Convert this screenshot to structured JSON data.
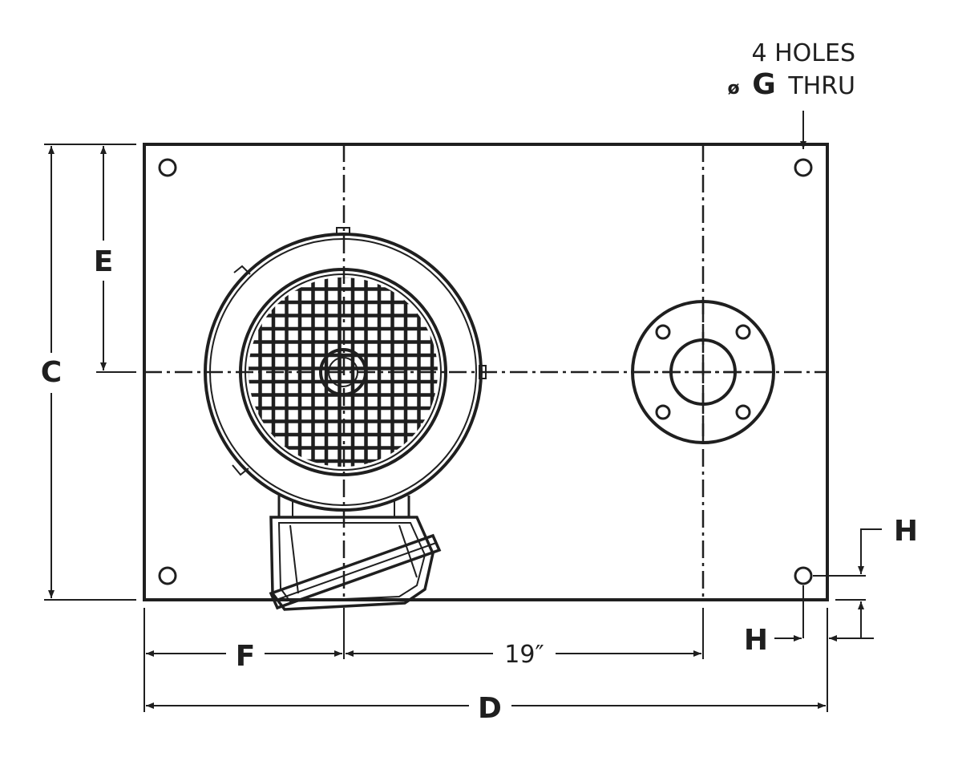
{
  "diagram": {
    "note_holes": "4 HOLES",
    "note_diameter_symbol": "ø",
    "note_hole_label": "G",
    "note_thru": "THRU",
    "dims": {
      "C": "C",
      "E": "E",
      "F": "F",
      "spacing": "19″",
      "D": "D",
      "H_right": "H",
      "H_bottom": "H"
    }
  }
}
